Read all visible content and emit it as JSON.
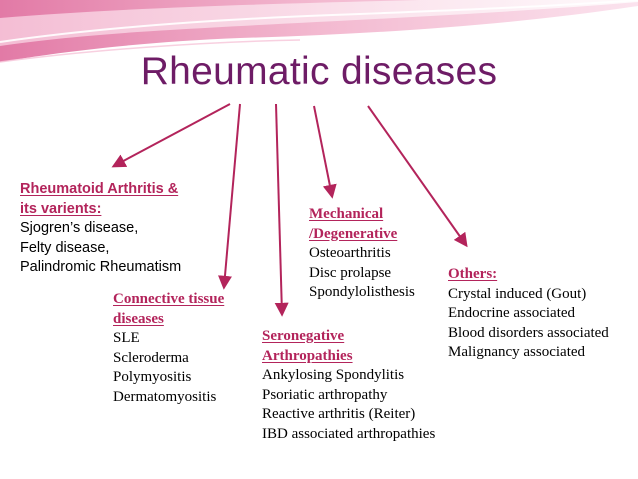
{
  "title": "Rheumatic diseases",
  "colors": {
    "accent": "#b3245b",
    "title": "#6e1c66",
    "banner": "#e58fb2"
  },
  "categories": [
    {
      "heading": [
        "Rheumatoid Arthritis &",
        "its varients:"
      ],
      "items": [
        "Sjogren’s disease,",
        "Felty disease,",
        "Palindromic Rheumatism"
      ]
    },
    {
      "heading": [
        "Connective tissue",
        "diseases"
      ],
      "items": [
        "SLE",
        "Scleroderma",
        "Polymyositis",
        "Dermatomyositis"
      ]
    },
    {
      "heading": [
        "Seronegative",
        "Arthropathies"
      ],
      "items": [
        "Ankylosing Spondylitis",
        "Psoriatic arthropathy",
        "Reactive arthritis (Reiter)",
        "IBD associated arthropathies"
      ]
    },
    {
      "heading": [
        "Mechanical",
        "/Degenerative"
      ],
      "items": [
        "Osteoarthritis",
        "Disc prolapse",
        "Spondylolisthesis"
      ]
    },
    {
      "heading": [
        "Others:"
      ],
      "items": [
        "Crystal induced (Gout)",
        "Endocrine associated",
        "Blood disorders associated",
        "Malignancy associated"
      ]
    }
  ]
}
